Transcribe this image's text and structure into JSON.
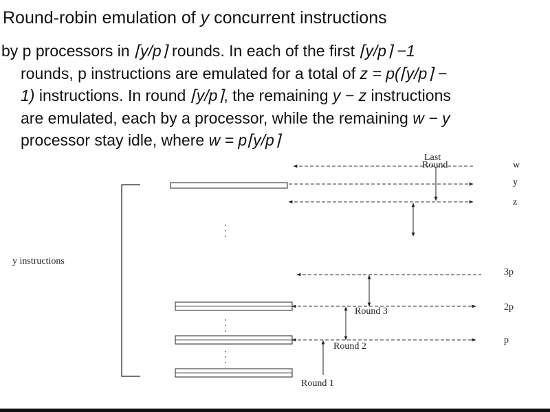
{
  "slide": {
    "title": {
      "pre": "Round-robin emulation of ",
      "var": "y",
      "post": " concurrent instructions"
    },
    "body": {
      "l1_a": "by p processors in ",
      "l1_b": "⌈y/p⌉",
      "l1_c": " rounds. In each of the first ",
      "l1_d": "⌈y/p⌉ −1",
      "l2_a": "rounds, p instructions are emulated for a total of ",
      "l2_b": "z = p(⌈y/p⌉ −",
      "l3_a": "1)",
      "l3_b": " instructions. In round ",
      "l3_c": "⌈y/p⌉",
      "l3_d": ", the remaining ",
      "l3_e": "y − z",
      "l3_f": " instructions",
      "l4_a": "are emulated, each by a processor, while the remaining ",
      "l4_b": "w − y",
      "l5_a": "processor stay idle, where ",
      "l5_b": "w = p⌈y/p⌉"
    }
  },
  "diagram": {
    "side_label": "y instructions",
    "levels": [
      "w",
      "y",
      "z",
      "3p",
      "2p",
      "p"
    ],
    "rounds": [
      "Last",
      "Round",
      "Round 3",
      "Round 2",
      "Round 1"
    ]
  }
}
